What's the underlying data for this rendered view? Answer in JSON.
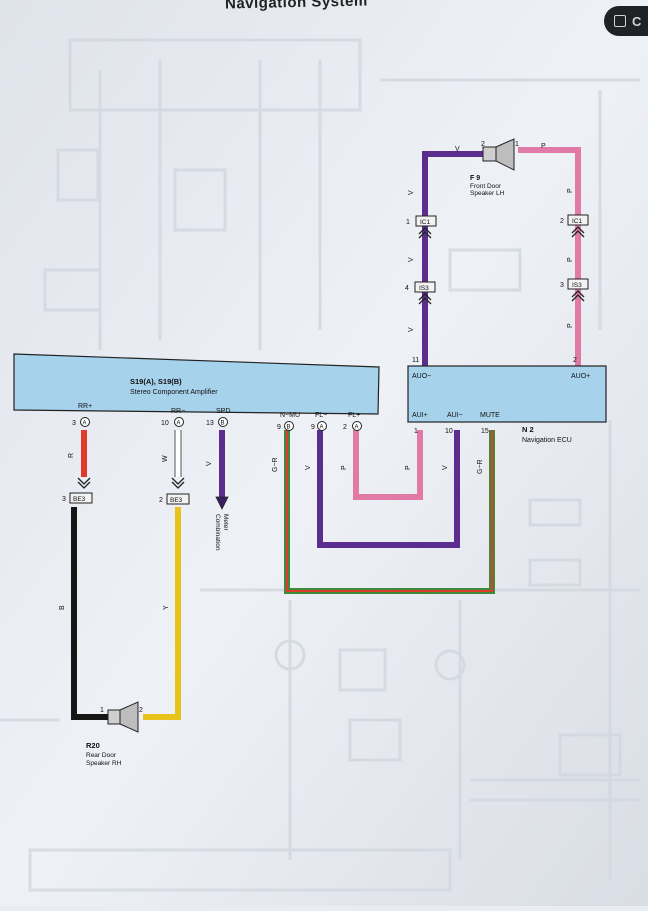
{
  "page": {
    "title": "Navigation System"
  },
  "amplifier": {
    "code": "S19(A), S19(B)",
    "name": "Stereo Component Amplifier",
    "terminals": [
      {
        "label": "RR+",
        "pin": "3",
        "conn": "A"
      },
      {
        "label": "RR−",
        "pin": "10",
        "conn": "A"
      },
      {
        "label": "SPD",
        "pin": "13",
        "conn": "B"
      },
      {
        "label": "N−MU",
        "pin": "9",
        "conn": "B"
      },
      {
        "label": "FL−",
        "pin": "9",
        "conn": "A"
      },
      {
        "label": "FL+",
        "pin": "2",
        "conn": "A"
      }
    ]
  },
  "ecu": {
    "code": "N 2",
    "name": "Navigation ECU",
    "top_terminals": [
      {
        "label": "AUO−",
        "pin": "11"
      },
      {
        "label": "AUO+",
        "pin": "2"
      }
    ],
    "bottom_terminals": [
      {
        "label": "AUI+",
        "pin": "1"
      },
      {
        "label": "AUI−",
        "pin": "10"
      },
      {
        "label": "MUTE",
        "pin": "15"
      }
    ]
  },
  "front_speaker": {
    "code": "F 9",
    "line1": "Front Door",
    "line2": "Speaker LH",
    "pin_a": "2",
    "pin_b": "1"
  },
  "rear_speaker": {
    "code": "R20",
    "line1": "Rear Door",
    "line2": "Speaker RH",
    "pin_a": "1",
    "pin_b": "2"
  },
  "junctions": {
    "ic1_left": {
      "label": "IC1",
      "pin": "1"
    },
    "ic1_right": {
      "label": "IC1",
      "pin": "2"
    },
    "is3_left": {
      "label": "IS3",
      "pin": "4"
    },
    "is3_right": {
      "label": "IS3",
      "pin": "3"
    },
    "be3_left": {
      "label": "BE3",
      "pin": "3"
    },
    "be3_right": {
      "label": "BE3",
      "pin": "2"
    }
  },
  "destinations": {
    "line1": "Combination",
    "line2": "Meter"
  },
  "wire_codes": {
    "violet": "V",
    "pink": "P",
    "red": "R",
    "white": "W",
    "black": "B",
    "yellow": "Y",
    "green_red": "G−R"
  },
  "colors": {
    "violet": "#5b2d8e",
    "pink": "#e27aa8",
    "red": "#e03a2c",
    "yellow": "#e6c21a",
    "black": "#161616",
    "green": "#3c8a3a",
    "component": "#a7d2ec",
    "paper": "#e9edf3"
  }
}
